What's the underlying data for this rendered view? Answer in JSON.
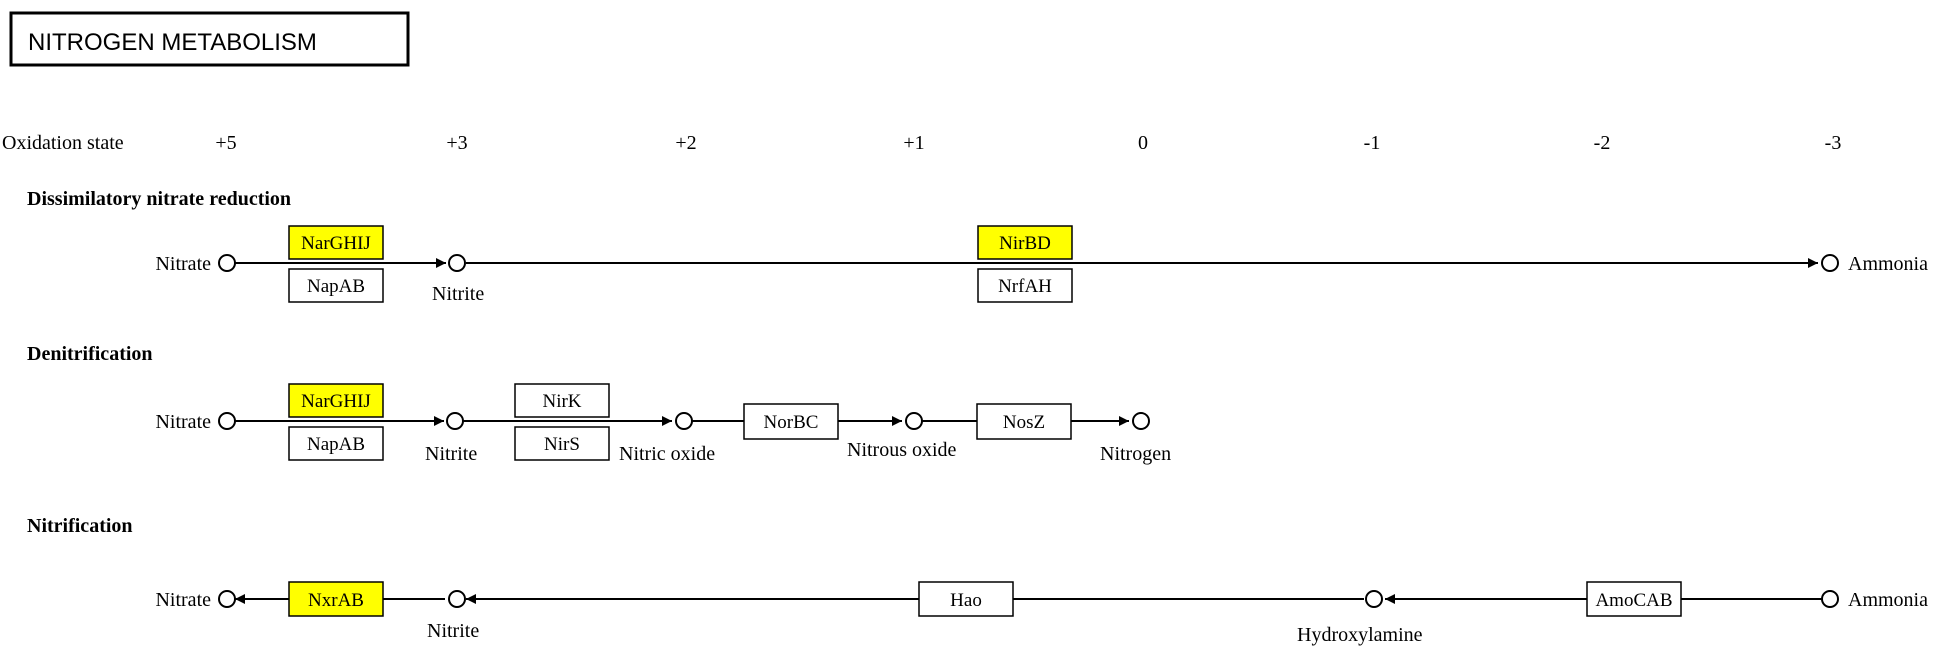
{
  "title": "NITROGEN  METABOLISM",
  "oxidation": {
    "label": "Oxidation state",
    "states": [
      "+5",
      "+3",
      "+2",
      "+1",
      "0",
      "-1",
      "-2",
      "-3"
    ]
  },
  "colors": {
    "highlight": "#ffff00",
    "box": "#ffffff",
    "line": "#000000"
  },
  "sections": [
    {
      "id": "dissimilatory",
      "title": "Dissimilatory nitrate reduction",
      "compounds": [
        "Nitrate",
        "Nitrite",
        "Ammonia"
      ],
      "enzymes": [
        {
          "label": "NarGHIJ",
          "highlighted": true
        },
        {
          "label": "NapAB",
          "highlighted": false
        },
        {
          "label": "NirBD",
          "highlighted": true
        },
        {
          "label": "NrfAH",
          "highlighted": false
        }
      ]
    },
    {
      "id": "denitrification",
      "title": "Denitrification",
      "compounds": [
        "Nitrate",
        "Nitrite",
        "Nitric oxide",
        "Nitrous oxide",
        "Nitrogen"
      ],
      "enzymes": [
        {
          "label": "NarGHIJ",
          "highlighted": true
        },
        {
          "label": "NapAB",
          "highlighted": false
        },
        {
          "label": "NirK",
          "highlighted": false
        },
        {
          "label": "NirS",
          "highlighted": false
        },
        {
          "label": "NorBC",
          "highlighted": false
        },
        {
          "label": "NosZ",
          "highlighted": false
        }
      ]
    },
    {
      "id": "nitrification",
      "title": "Nitrification",
      "compounds": [
        "Nitrate",
        "Nitrite",
        "Hydroxylamine",
        "Ammonia"
      ],
      "enzymes": [
        {
          "label": "NxrAB",
          "highlighted": true
        },
        {
          "label": "Hao",
          "highlighted": false
        },
        {
          "label": "AmoCAB",
          "highlighted": false
        }
      ]
    }
  ]
}
